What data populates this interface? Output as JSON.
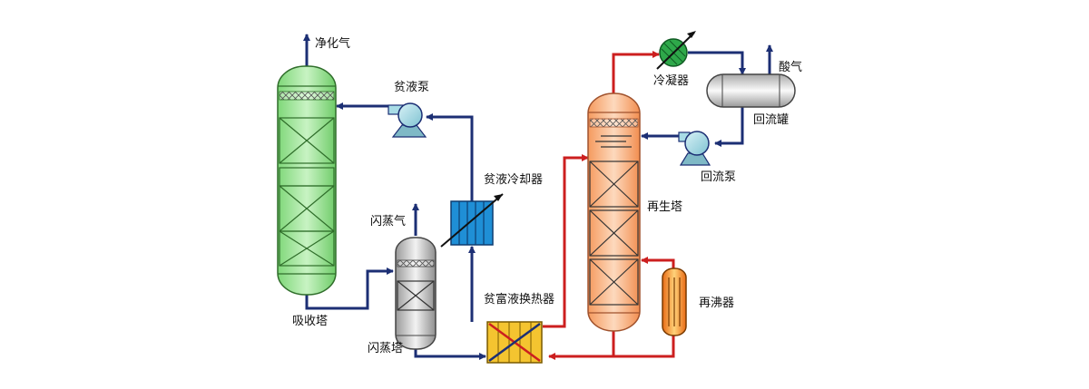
{
  "labels": {
    "clean_gas": "净化气",
    "absorber": "吸收塔",
    "lean_pump": "贫液泵",
    "lean_cooler": "贫液冷却器",
    "flash_gas": "闪蒸气",
    "flash_tower": "闪蒸塔",
    "lean_rich_exchanger": "贫富液换热器",
    "regenerator": "再生塔",
    "reboiler": "再沸器",
    "condenser": "冷凝器",
    "acid_gas": "酸气",
    "reflux_drum": "回流罐",
    "reflux_pump": "回流泵"
  },
  "colors": {
    "lean_line": "#1c2f74",
    "hot_line": "#cc1f1f",
    "absorber_fill": "#9fe59a",
    "regenerator_fill": "#f9b98a",
    "flash_fill": "#cfcfcf",
    "cooler_fill": "#1f8fd6",
    "exchanger_fill": "#f4c430",
    "reboiler_fill": "#f08a24",
    "condenser_fill": "#2ea84a",
    "pump_fill": "#a8dce6"
  }
}
